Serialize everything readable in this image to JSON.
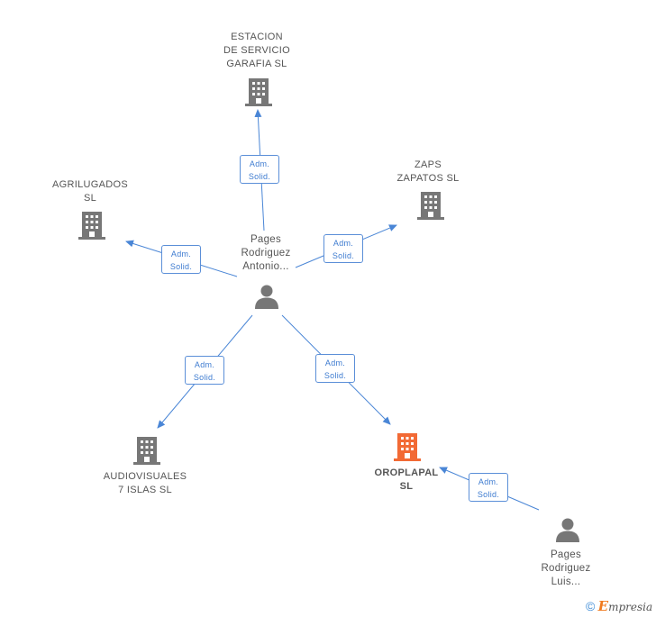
{
  "colors": {
    "edge": "#4a86d6",
    "company": "#777777",
    "company_highlight": "#f26a35",
    "person": "#777777",
    "badge_border": "#5b8fd8",
    "badge_text": "#3d7bd0"
  },
  "nodes": {
    "estacion": {
      "lines": [
        "ESTACION",
        "DE SERVICIO",
        "GARAFIA SL"
      ],
      "icon": "building-icon"
    },
    "zaps": {
      "lines": [
        "ZAPS",
        "ZAPATOS SL"
      ],
      "icon": "building-icon"
    },
    "agrilugados": {
      "lines": [
        "AGRILUGADOS",
        "SL"
      ],
      "icon": "building-icon"
    },
    "center_person": {
      "lines": [
        "Pages",
        "Rodriguez",
        "Antonio..."
      ],
      "icon": "person-icon"
    },
    "audiovisuales": {
      "lines": [
        "AUDIOVISUALES",
        "7 ISLAS SL"
      ],
      "icon": "building-icon"
    },
    "oroplapal": {
      "lines": [
        "OROPLAPAL",
        "SL"
      ],
      "icon": "building-icon-highlight"
    },
    "luis_person": {
      "lines": [
        "Pages",
        "Rodriguez",
        "Luis..."
      ],
      "icon": "person-icon"
    }
  },
  "edges": [
    {
      "id": "to-estacion",
      "label": [
        "Adm.",
        "Solid."
      ]
    },
    {
      "id": "to-zaps",
      "label": [
        "Adm.",
        "Solid."
      ]
    },
    {
      "id": "to-agrilugados",
      "label": [
        "Adm.",
        "Solid."
      ]
    },
    {
      "id": "to-audiovisuales",
      "label": [
        "Adm.",
        "Solid."
      ]
    },
    {
      "id": "to-oroplapal",
      "label": [
        "Adm.",
        "Solid."
      ]
    },
    {
      "id": "luis-to-oroplapal",
      "label": [
        "Adm.",
        "Solid."
      ]
    }
  ],
  "brand": {
    "copyright": "©",
    "initial": "E",
    "name": "mpresia"
  }
}
